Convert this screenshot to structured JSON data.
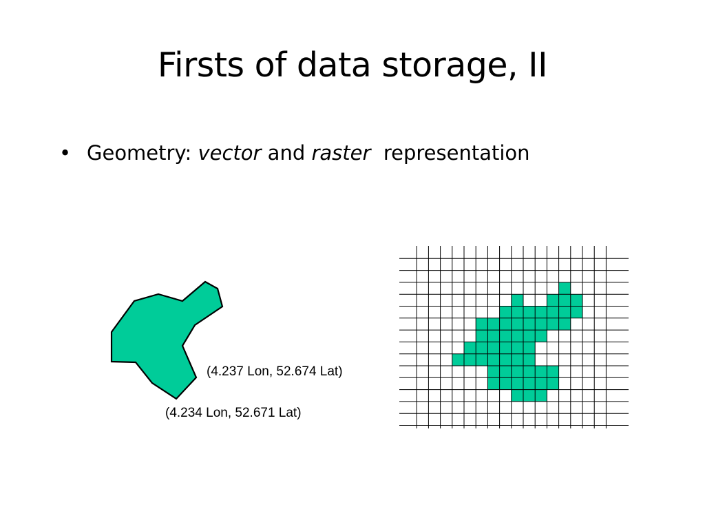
{
  "slide": {
    "title": "Firsts of data storage, II",
    "bullet": {
      "marker": "•",
      "prefix": "Geometry: ",
      "term1": "vector",
      "middle": " and ",
      "term2": "raster",
      "suffix": "  representation"
    },
    "coordinates": [
      "(4.237 Lon, 52.674 Lat)",
      "(4.234 Lon, 52.671 Lat)"
    ]
  },
  "colors": {
    "fill": "#00CC99",
    "stroke": "#000000"
  },
  "raster": {
    "filled_cells": [
      [
        13,
        3
      ],
      [
        9,
        4
      ],
      [
        12,
        4
      ],
      [
        13,
        4
      ],
      [
        14,
        4
      ],
      [
        8,
        5
      ],
      [
        9,
        5
      ],
      [
        10,
        5
      ],
      [
        11,
        5
      ],
      [
        12,
        5
      ],
      [
        13,
        5
      ],
      [
        14,
        5
      ],
      [
        6,
        6
      ],
      [
        7,
        6
      ],
      [
        8,
        6
      ],
      [
        9,
        6
      ],
      [
        10,
        6
      ],
      [
        11,
        6
      ],
      [
        12,
        6
      ],
      [
        13,
        6
      ],
      [
        6,
        7
      ],
      [
        7,
        7
      ],
      [
        8,
        7
      ],
      [
        9,
        7
      ],
      [
        10,
        7
      ],
      [
        11,
        7
      ],
      [
        5,
        8
      ],
      [
        6,
        8
      ],
      [
        7,
        8
      ],
      [
        8,
        8
      ],
      [
        9,
        8
      ],
      [
        10,
        8
      ],
      [
        4,
        9
      ],
      [
        5,
        9
      ],
      [
        6,
        9
      ],
      [
        7,
        9
      ],
      [
        8,
        9
      ],
      [
        9,
        9
      ],
      [
        10,
        9
      ],
      [
        7,
        10
      ],
      [
        8,
        10
      ],
      [
        9,
        10
      ],
      [
        10,
        10
      ],
      [
        11,
        10
      ],
      [
        12,
        10
      ],
      [
        7,
        11
      ],
      [
        8,
        11
      ],
      [
        9,
        11
      ],
      [
        10,
        11
      ],
      [
        11,
        11
      ],
      [
        12,
        11
      ],
      [
        9,
        12
      ],
      [
        10,
        12
      ],
      [
        11,
        12
      ]
    ]
  }
}
